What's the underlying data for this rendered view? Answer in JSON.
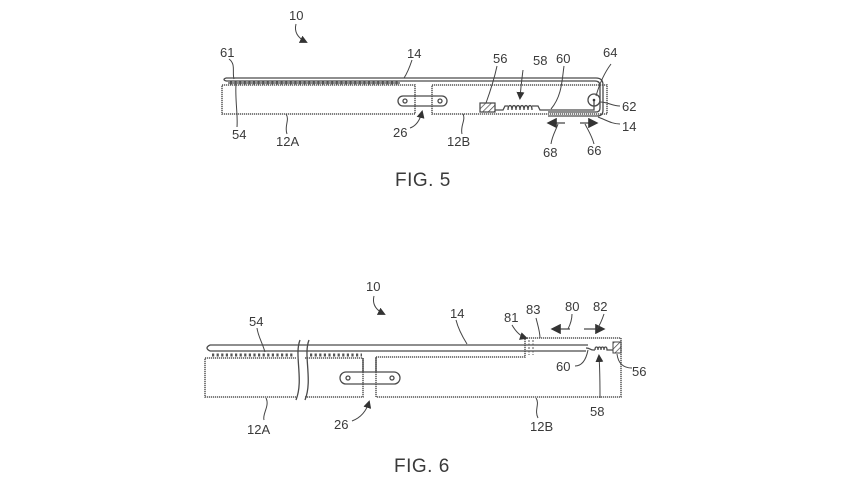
{
  "figures": [
    {
      "caption": "FIG. 5",
      "labels": {
        "device": "10",
        "flex_layer_end": "61",
        "display_panel": "14",
        "display_panel_wrap": "14",
        "support_layer": "54",
        "housing_left": "12A",
        "housing_right": "12B",
        "hinge": "26",
        "anchor_block": "56",
        "spring": "58",
        "rod": "60",
        "pin": "64",
        "roller": "62",
        "direction_left": "68",
        "direction_right": "66"
      }
    },
    {
      "caption": "FIG. 6",
      "labels": {
        "device": "10",
        "support_layer": "54",
        "display_panel": "14",
        "slot": "81",
        "guide": "83",
        "direction_left": "80",
        "direction_right": "82",
        "rod": "60",
        "anchor_block": "56",
        "spring": "58",
        "housing_left": "12A",
        "housing_right": "12B",
        "hinge": "26"
      }
    }
  ]
}
